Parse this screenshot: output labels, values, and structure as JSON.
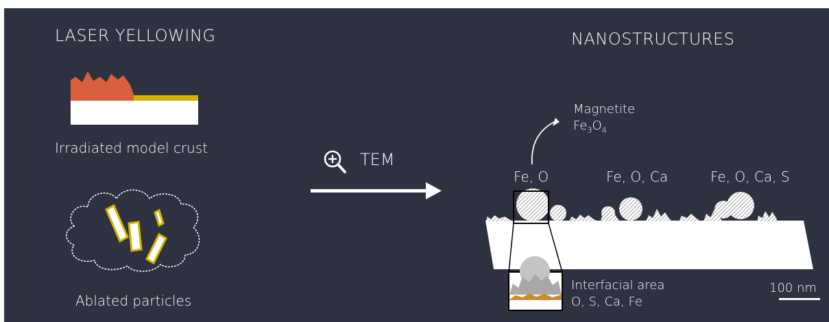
{
  "left": {
    "title": "LASER YELLOWING",
    "crust_label": "Irradiated model crust",
    "particles_label": "Ablated particles"
  },
  "middle": {
    "method_label": "TEM",
    "icon": "zoom-in-icon"
  },
  "right": {
    "title": "NANOSTRUCTURES",
    "annotation_line1": "Magnetite",
    "annotation_line2_base1": "Fe",
    "annotation_line2_sub1": "3",
    "annotation_line2_base2": "O",
    "annotation_line2_sub2": "4",
    "composition_1": "Fe, O",
    "composition_2": "Fe, O, Ca",
    "composition_3": "Fe, O, Ca, S",
    "inset_line1": "Interfacial area",
    "inset_line2": "O, S, Ca, Fe",
    "scale_bar": "100 nm"
  },
  "colors": {
    "background": "#2d3140",
    "crust": "#d9603f",
    "yellow_layer": "#d4b300",
    "substrate": "#ffffff",
    "particle_gray": "#b5b5b5",
    "interface_orange": "#d08a2e"
  }
}
